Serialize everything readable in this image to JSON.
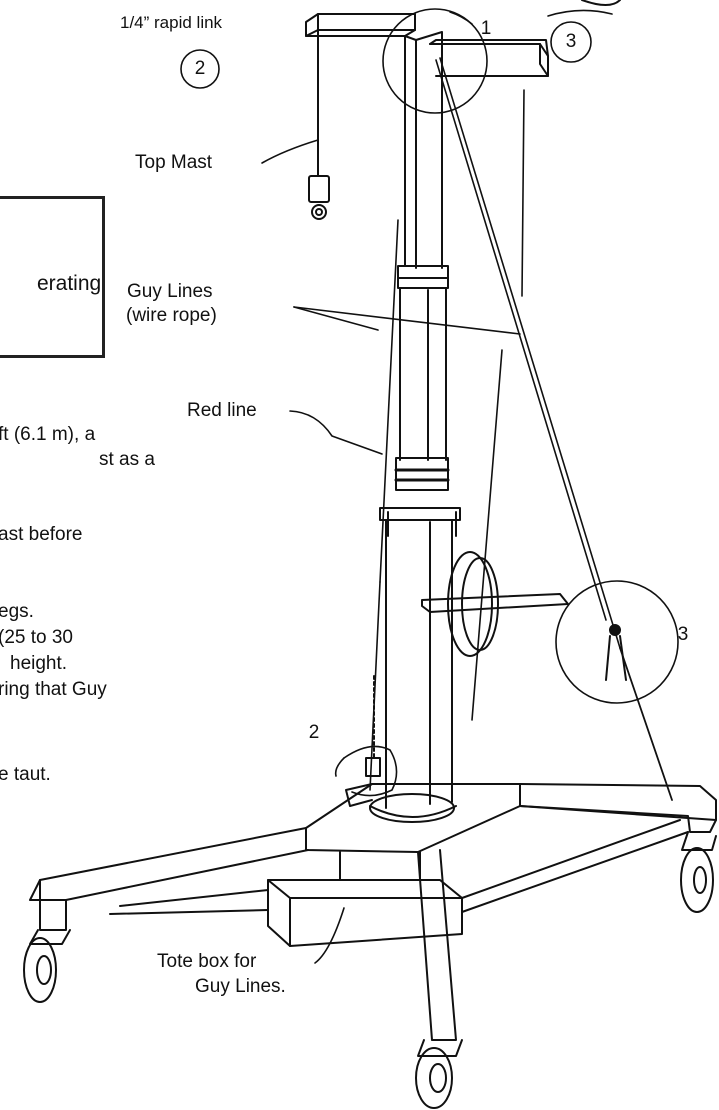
{
  "callouts": {
    "rapid_link": "1/4” rapid link",
    "num_1": "1",
    "num_2_top": "2",
    "num_3_top": "3",
    "num_3_right": "3",
    "num_2_bottom": "2"
  },
  "labels": {
    "top_mast": "Top Mast",
    "guy_lines_1": "Guy Lines",
    "guy_lines_2": "(wire rope)",
    "red_line": "Red line",
    "tote_box_1": "Tote box for",
    "tote_box_2": "Guy Lines."
  },
  "text_fragments": {
    "erating": "erating",
    "line1a": "ft (6.1 m), a",
    "line1b": "st as a",
    "line2": "ast before",
    "line3": "egs.",
    "line4a": "(25 to 30",
    "line4b": "height.",
    "line5": "ring that Guy",
    "line6": "e taut."
  }
}
